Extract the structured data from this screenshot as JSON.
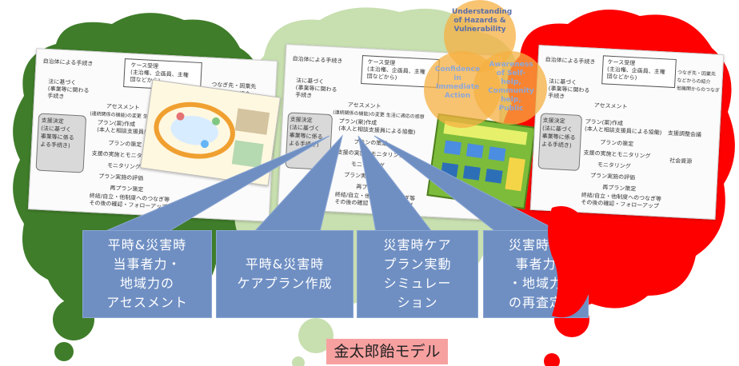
{
  "boxes": [
    {
      "text": "平時&災害時\n当事者力・\n地域力の\nアセスメント"
    },
    {
      "text": "平時&災害時\nケアプラン作成"
    },
    {
      "text": "災害時ケア\nプラン実動\nシミュレー\nション"
    },
    {
      "text": "災害時当\n事者力\n・地域力\nの再査定"
    }
  ],
  "caption": "金太郎飴モデル",
  "circles": [
    {
      "text": "Understanding of Hazards & Vulnerability"
    },
    {
      "text": "Confidence in Immediate Action"
    },
    {
      "text": "Awareness of Self-help, Community help, Public"
    }
  ],
  "slide": {
    "title": "自治体による手続き",
    "case": "ケース受理\n(主治権、企画員、主権\n団などから)",
    "connect": "つなぎ先・因業先\nなどからの紹介\n他機関からのつなぎ",
    "law": "法に基づく\n(事業等に関わる\n手続き",
    "assessment": "アセスメント",
    "assess_sub": "(連続関係の機能)の変更 生活に適応の感想",
    "plan_create": "プラン(案)作成\n(本人と相談支援員による協働)",
    "support": "支援決定\n(法に基づく\n事業等に係る\nよる手続き)",
    "plan_decide": "プランの策定",
    "plan_exec": "支援の実施とモニタリング",
    "monitor": "モニタリング",
    "plan_eval": "プラン実施の評価",
    "replan": "再プラン策定",
    "end": "終結/自立・他制度へのつなぎ等\nその後の確認・フォローアップ",
    "meeting": "支援調整会議",
    "resource": "社会資源"
  },
  "colors": {
    "green": "#3f7d2a",
    "light_green": "#c8dfb0",
    "red": "#ff0000",
    "blue_box": "#6f8fc3",
    "caption_bg": "#f7a0a0",
    "orange": "#f5b042"
  }
}
